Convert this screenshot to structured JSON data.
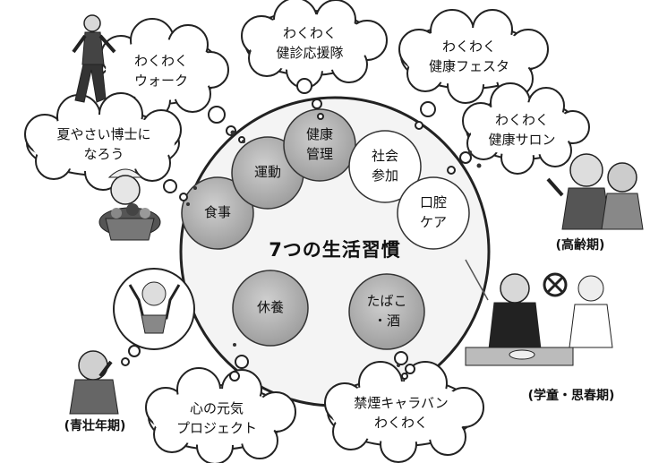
{
  "center": {
    "title": "7つの生活習慣"
  },
  "habits": [
    {
      "id": "shokuji",
      "label": "食事"
    },
    {
      "id": "undou",
      "label": "運動"
    },
    {
      "id": "kenkou",
      "line1": "健康",
      "line2": "管理"
    },
    {
      "id": "shakai",
      "line1": "社会",
      "line2": "参加"
    },
    {
      "id": "koukou",
      "line1": "口腔",
      "line2": "ケア"
    },
    {
      "id": "kyuyou",
      "label": "休養"
    },
    {
      "id": "tabako",
      "line1": "たばこ",
      "line2": "・酒"
    }
  ],
  "clouds": [
    {
      "id": "walk",
      "line1": "わくわく",
      "line2": "ウォーク"
    },
    {
      "id": "kenshin",
      "line1": "わくわく",
      "line2": "健診応援隊"
    },
    {
      "id": "festa",
      "line1": "わくわく",
      "line2": "健康フェスタ"
    },
    {
      "id": "salon",
      "line1": "わくわく",
      "line2": "健康サロン"
    },
    {
      "id": "yasai",
      "line1": "夏やさい博士に",
      "line2": "なろう"
    },
    {
      "id": "kokoro",
      "line1": "心の元気",
      "line2": "プロジェクト"
    },
    {
      "id": "kinen",
      "line1": "禁煙キャラバン",
      "line2": "わくわく"
    }
  ],
  "age_labels": {
    "elderly": "(高齢期)",
    "student": "(学童・思春期)",
    "youth": "(青壮年期)"
  }
}
